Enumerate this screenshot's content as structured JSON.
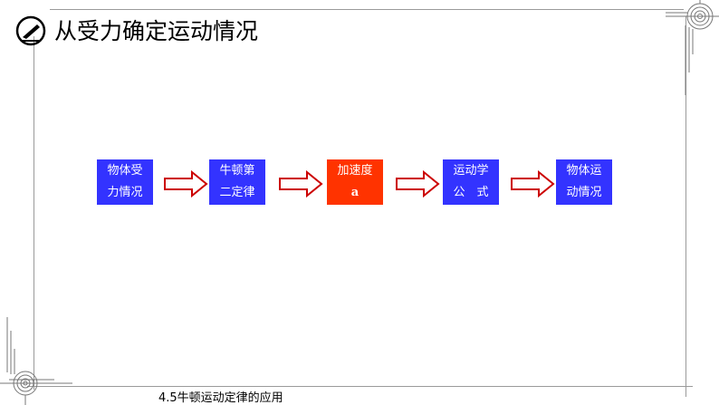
{
  "slide": {
    "title": "从受力确定运动情况",
    "title_icon": "pencil-circle-icon",
    "footer": "4.5牛顿运动定律的应用"
  },
  "flow": {
    "boxes": [
      {
        "line1": "物体受",
        "line2": "力情况",
        "color": "#3333ff"
      },
      {
        "line1": "牛顿第",
        "line2": "二定律",
        "color": "#3333ff"
      },
      {
        "line1": "加速度",
        "line2": "a",
        "color": "#ff3300"
      },
      {
        "line1": "运动学",
        "line2": "公　式",
        "color": "#3333ff"
      },
      {
        "line1": "物体运",
        "line2": "动情况",
        "color": "#3333ff"
      }
    ],
    "arrow_color": "#cc0000",
    "arrow_icon": "right-arrow-icon"
  }
}
